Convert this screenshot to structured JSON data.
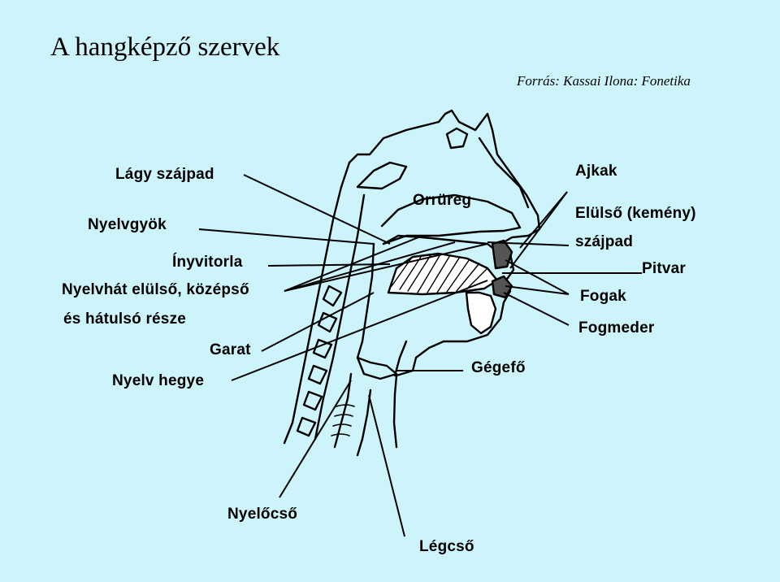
{
  "title": "A hangképző szervek",
  "source": "Forrás: Kassai Ilona: Fonetika",
  "labels": {
    "lagy_szajpad": "Lágy szájpad",
    "nyelvgyok": "Nyelvgyök",
    "inyvitorla": "Ínyvitorla",
    "nyelvhat_1": "Nyelvhát elülső, középső",
    "nyelvhat_2": "és hátulsó része",
    "garat": "Garat",
    "nyelv_hegye": "Nyelv hegye",
    "orrureg": "Orrüreg",
    "ajkak": "Ajkak",
    "elulso_kemeny": "Elülső (kemény)",
    "szajpad": "szájpad",
    "pitvar": "Pitvar",
    "fogak": "Fogak",
    "fogmeder": "Fogmeder",
    "gegefo": "Gégefő",
    "nyelocso": "Nyelőcső",
    "legcso": "Légcső"
  }
}
